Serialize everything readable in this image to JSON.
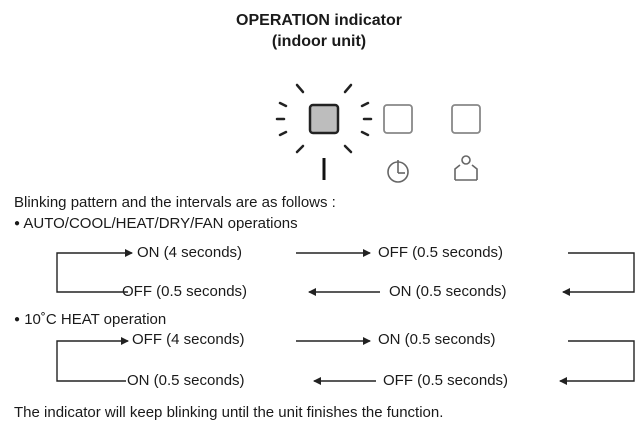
{
  "header": {
    "title_line1": "OPERATION indicator",
    "title_line2": "(indoor unit)"
  },
  "indicators": {
    "icons": [
      "operation-led",
      "timer-led",
      "eco-led"
    ],
    "active_color": "#bdbdbd",
    "ray_color": "#222222"
  },
  "description": {
    "intro": "Blinking pattern and the intervals are as follows :",
    "bullet": "●"
  },
  "sections": [
    {
      "label": "AUTO/COOL/HEAT/DRY/FAN operations",
      "top_left": "ON (4 seconds)",
      "top_right": "OFF (0.5 seconds)",
      "bottom_left": "OFF (0.5 seconds)",
      "bottom_right": "ON (0.5 seconds)"
    },
    {
      "label": "10˚C HEAT operation",
      "top_left": "OFF (4 seconds)",
      "top_right": "ON (0.5 seconds)",
      "bottom_left": "ON (0.5 seconds)",
      "bottom_right": "OFF (0.5 seconds)"
    }
  ],
  "footer": {
    "note": "The indicator will keep blinking until the unit finishes the function."
  }
}
